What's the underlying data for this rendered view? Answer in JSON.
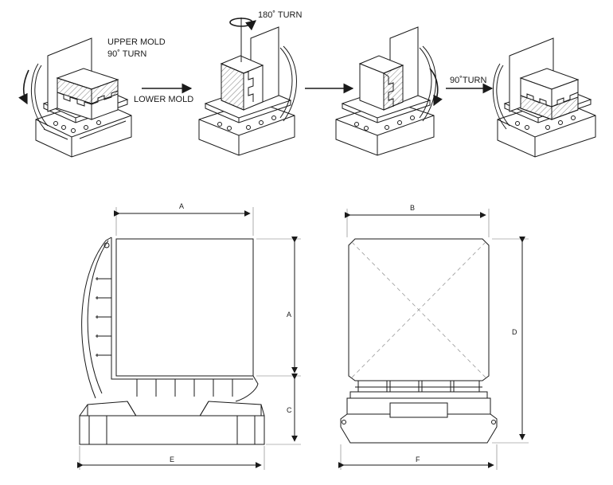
{
  "labels": {
    "upper_mold": "UPPER MOLD",
    "turn_90_a": "90˚ TURN",
    "lower_mold": "LOWER MOLD",
    "turn_180": "180˚ TURN",
    "turn_90_b": "90˚TURN"
  },
  "dimensions": {
    "a_top": "A",
    "a_side": "A",
    "b_top": "B",
    "c_side": "C",
    "d_side": "D",
    "e_bottom": "E",
    "f_bottom": "F"
  }
}
